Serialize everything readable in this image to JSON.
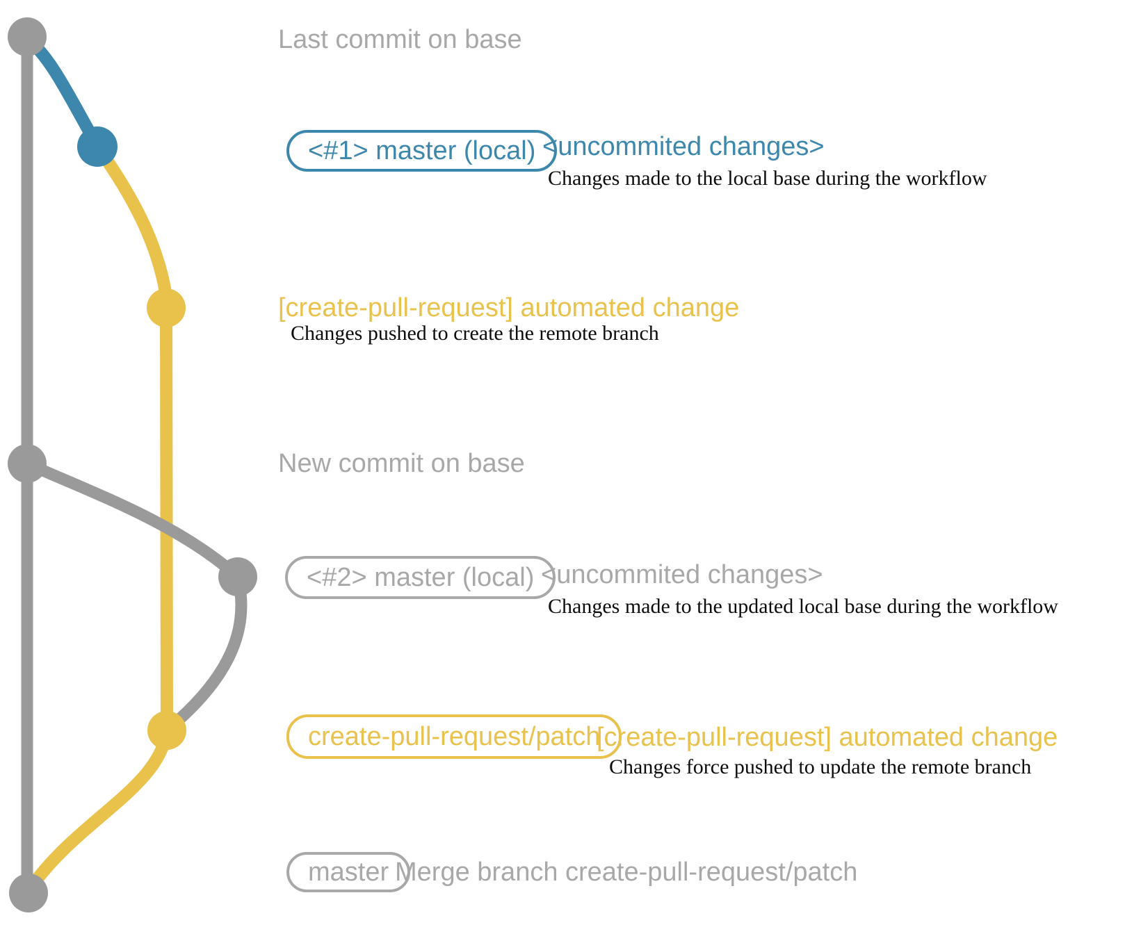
{
  "colors": {
    "branch_blue": "#3d87ad",
    "branch_yellow": "#e9c24c",
    "branch_gray": "#9a9a9a",
    "label_gray": "#a8a8a8",
    "desc_black": "#0c0c0c"
  },
  "sections": {
    "last_commit": {
      "label": "Last commit on base"
    },
    "local_master_1": {
      "badge": "<#1> master (local)",
      "note": "<uncommited changes>",
      "desc": "Changes made to the local base during the workflow"
    },
    "automated_change_1": {
      "note": "[create-pull-request] automated change",
      "desc": "Changes pushed to create the remote branch"
    },
    "new_commit": {
      "label": "New commit on base"
    },
    "local_master_2": {
      "badge": "<#2> master (local)",
      "note": "<uncommited changes>",
      "desc": "Changes made to the updated local base during the workflow"
    },
    "automated_change_2": {
      "badge": "create-pull-request/patch",
      "note": "[create-pull-request] automated change",
      "desc": "Changes force pushed to update the remote branch"
    },
    "merge": {
      "badge": "master",
      "label": "Merge branch create-pull-request/patch"
    }
  }
}
